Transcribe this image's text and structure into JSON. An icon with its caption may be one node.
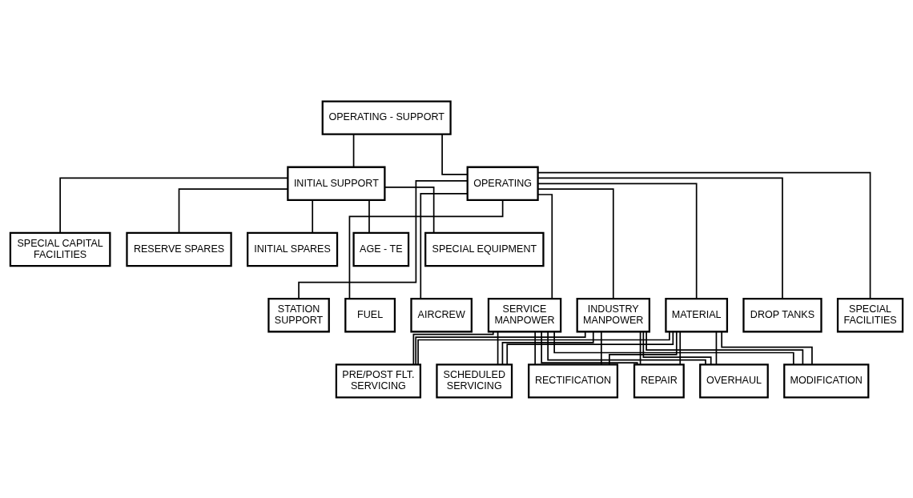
{
  "diagram": {
    "nodes": [
      {
        "text": [
          "OPERATING - SUPPORT"
        ]
      },
      {
        "text": [
          "INITIAL SUPPORT"
        ]
      },
      {
        "text": [
          "OPERATING"
        ]
      },
      {
        "text": [
          "RESERVE SPARES"
        ]
      },
      {
        "text": [
          "INITIAL SPARES"
        ]
      },
      {
        "text": [
          "AGE - TE"
        ]
      },
      {
        "text": [
          "SPECIAL EQUIPMENT"
        ]
      },
      {
        "text": [
          "SPECIAL CAPITAL FACILITIES"
        ]
      },
      {
        "text": [
          "FUEL"
        ]
      },
      {
        "text": [
          "AIRCREW"
        ]
      },
      {
        "text": [
          "SERVICE MANPOWER"
        ]
      },
      {
        "text": [
          "INDUSTRY MANPOWER"
        ]
      },
      {
        "text": [
          "MATERIAL"
        ]
      },
      {
        "text": [
          "DROP TANKS"
        ]
      },
      {
        "text": [
          "SPECIAL FACILITIES"
        ]
      },
      {
        "text": [
          "STATION SUPPORT"
        ]
      },
      {
        "text": [
          "PRE/POST FLT. SERVICING"
        ]
      },
      {
        "text": [
          "SCHEDULED SERVICING"
        ]
      },
      {
        "text": [
          "RECTIFICATION"
        ]
      },
      {
        "text": [
          "REPAIR"
        ]
      },
      {
        "text": [
          "OVERHAUL"
        ]
      },
      {
        "text": [
          "MODIFICATION"
        ]
      }
    ],
    "edges": [
      {
        "from": 0,
        "to": 1,
        "arrow": "none"
      },
      {
        "from": 0,
        "to": 2,
        "arrow": "none"
      },
      {
        "from": 1,
        "to": 3,
        "arrow": "none"
      },
      {
        "from": 1,
        "to": 4,
        "arrow": "none"
      },
      {
        "from": 1,
        "to": 5,
        "arrow": "none"
      },
      {
        "from": 1,
        "to": 6,
        "arrow": "none"
      },
      {
        "from": 1,
        "to": 7,
        "arrow": "none"
      },
      {
        "from": 2,
        "to": 8,
        "arrow": "none"
      },
      {
        "from": 2,
        "to": 9,
        "arrow": "none"
      },
      {
        "from": 2,
        "to": 10,
        "arrow": "none"
      },
      {
        "from": 2,
        "to": 11,
        "arrow": "none"
      },
      {
        "from": 2,
        "to": 12,
        "arrow": "none"
      },
      {
        "from": 2,
        "to": 13,
        "arrow": "none"
      },
      {
        "from": 2,
        "to": 14,
        "arrow": "none"
      },
      {
        "from": 2,
        "to": 15,
        "arrow": "none"
      },
      {
        "from": 10,
        "to": 16,
        "arrow": "none"
      },
      {
        "from": 10,
        "to": 17,
        "arrow": "none"
      },
      {
        "from": 10,
        "to": 18,
        "arrow": "none"
      },
      {
        "from": 10,
        "to": 19,
        "arrow": "none"
      },
      {
        "from": 10,
        "to": 20,
        "arrow": "none"
      },
      {
        "from": 10,
        "to": 21,
        "arrow": "none"
      },
      {
        "from": 11,
        "to": 16,
        "arrow": "none"
      },
      {
        "from": 11,
        "to": 17,
        "arrow": "none"
      },
      {
        "from": 11,
        "to": 18,
        "arrow": "none"
      },
      {
        "from": 11,
        "to": 19,
        "arrow": "none"
      },
      {
        "from": 11,
        "to": 20,
        "arrow": "none"
      },
      {
        "from": 11,
        "to": 21,
        "arrow": "none"
      },
      {
        "from": 12,
        "to": 16,
        "arrow": "none"
      },
      {
        "from": 12,
        "to": 17,
        "arrow": "none"
      },
      {
        "from": 12,
        "to": 18,
        "arrow": "none"
      },
      {
        "from": 12,
        "to": 19,
        "arrow": "none"
      },
      {
        "from": 12,
        "to": 20,
        "arrow": "none"
      },
      {
        "from": 12,
        "to": 21,
        "arrow": "none"
      }
    ]
  }
}
